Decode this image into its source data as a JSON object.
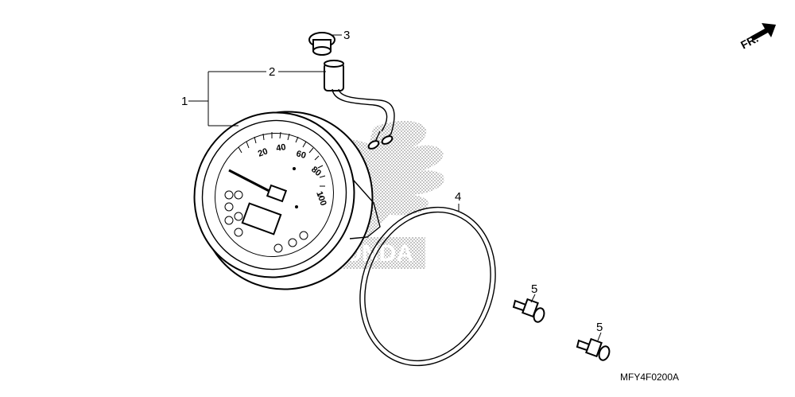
{
  "diagram": {
    "direction_label": "FR.",
    "drawing_code": "MFY4F0200A",
    "callouts": [
      {
        "id": "1",
        "label": "1"
      },
      {
        "id": "2",
        "label": "2"
      },
      {
        "id": "3",
        "label": "3"
      },
      {
        "id": "4",
        "label": "4"
      },
      {
        "id": "5a",
        "label": "5"
      },
      {
        "id": "5b",
        "label": "5"
      }
    ],
    "dial_numbers": [
      "20",
      "40",
      "60",
      "80",
      "100"
    ],
    "watermark_text": "HONDA"
  }
}
